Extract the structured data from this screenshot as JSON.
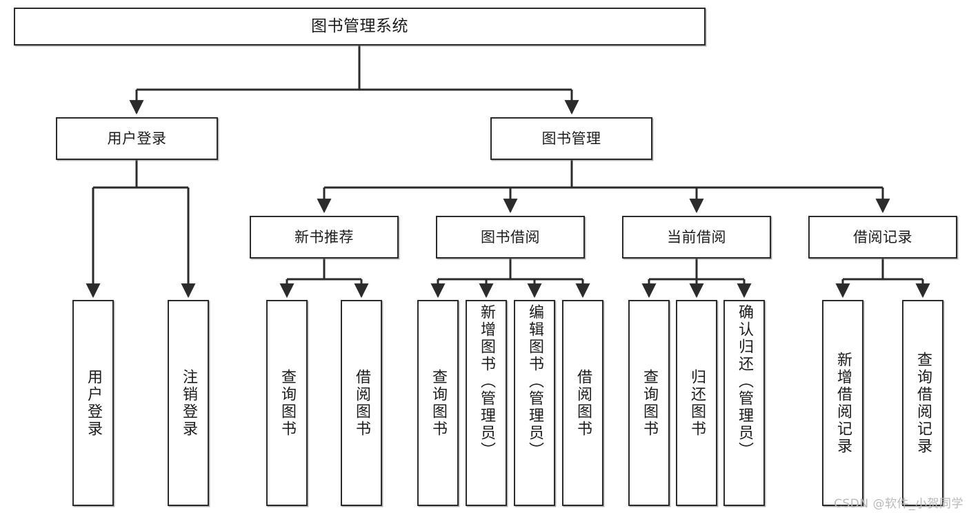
{
  "diagram": {
    "title": "图书管理系统",
    "type": "tree",
    "stroke_color": "#2b2b2b",
    "fill_color": "#ffffff",
    "text_color": "#1c1c1c"
  },
  "root": {
    "label": "图书管理系统"
  },
  "level2": [
    {
      "label": "用户登录"
    },
    {
      "label": "图书管理"
    }
  ],
  "level3": [
    {
      "label": "新书推荐"
    },
    {
      "label": "图书借阅"
    },
    {
      "label": "当前借阅"
    },
    {
      "label": "借阅记录"
    }
  ],
  "leaves": {
    "user_login": [
      {
        "label": "用户登录"
      },
      {
        "label": "注销登录"
      }
    ],
    "new_book": [
      {
        "label": "查询图书"
      },
      {
        "label": "借阅图书"
      }
    ],
    "borrow_book": [
      {
        "label": "查询图书"
      },
      {
        "label": "新增图书（管理员）"
      },
      {
        "label": "编辑图书（管理员）"
      },
      {
        "label": "借阅图书"
      }
    ],
    "current_borrow": [
      {
        "label": "查询图书"
      },
      {
        "label": "归还图书"
      },
      {
        "label": "确认归还（管理员）"
      }
    ],
    "borrow_record": [
      {
        "label": "新增借阅记录"
      },
      {
        "label": "查询借阅记录"
      }
    ]
  },
  "watermark": {
    "text": "CSDN @软件_小贺同学"
  }
}
